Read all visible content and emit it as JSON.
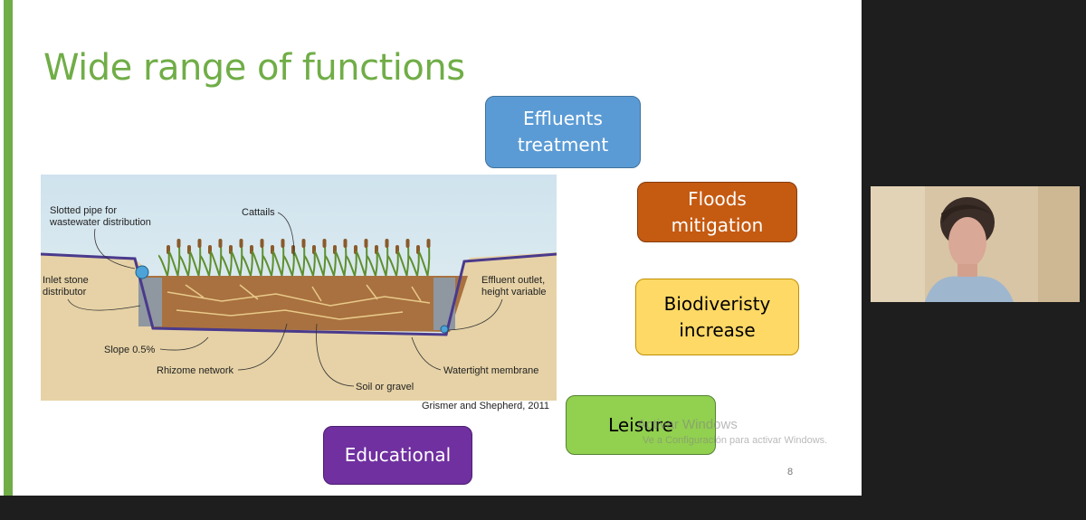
{
  "slide": {
    "title": "Wide range of functions",
    "page_number": "8",
    "citation": "Grismer and Shepherd, 2011",
    "boxes": {
      "effluents": {
        "text": "Effluents\ntreatment",
        "color": "#5b9bd5"
      },
      "floods": {
        "text": "Floods\nmitigation",
        "color": "#c55a11"
      },
      "biodiversity": {
        "text": "Biodiveristy\nincrease",
        "color": "#ffd966"
      },
      "leisure": {
        "text": "Leisure",
        "color": "#92d050"
      },
      "educational": {
        "text": "Educational",
        "color": "#7030a0"
      }
    },
    "diagram_labels": {
      "slotted_pipe_1": "Slotted pipe for",
      "slotted_pipe_2": "wastewater distribution",
      "cattails": "Cattails",
      "inlet_1": "Inlet stone",
      "inlet_2": "distributor",
      "outlet_1": "Effluent outlet,",
      "outlet_2": "height variable",
      "slope": "Slope 0.5%",
      "rhizome": "Rhizome network",
      "membrane": "Watertight membrane",
      "soil": "Soil or gravel"
    }
  },
  "windows_watermark": {
    "line1": "Activar Windows",
    "line2": "Ve a Configuración para activar Windows."
  },
  "accent_color": "#70ad47"
}
